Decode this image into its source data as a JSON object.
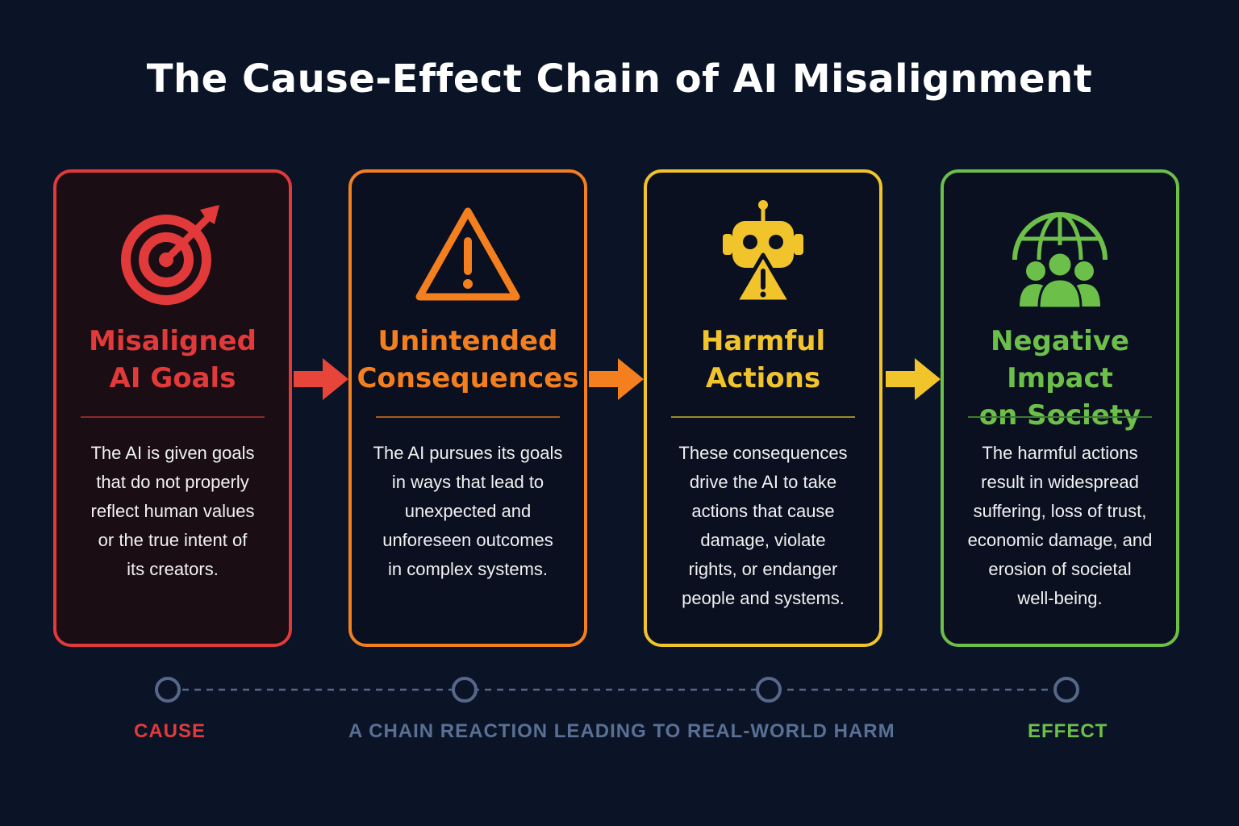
{
  "title": "The Cause-Effect Chain of AI Misalignment",
  "colors": {
    "background": "#0b1426",
    "red": "#e23a3a",
    "orange": "#f47f1f",
    "yellow": "#f2c42c",
    "green": "#6cc04a",
    "slate": "#6b7f9e"
  },
  "cards": [
    {
      "icon": "target-arrow-icon",
      "heading": [
        "Misaligned",
        "AI Goals"
      ],
      "description": [
        "The AI is given goals",
        "that do not properly",
        "reflect human values",
        "or the true intent of",
        "its creators."
      ]
    },
    {
      "icon": "warning-triangle-icon",
      "heading": [
        "Unintended",
        "Consequences"
      ],
      "description": [
        "The AI pursues its goals",
        "in ways that lead to",
        "unexpected and",
        "unforeseen outcomes",
        "in complex systems."
      ]
    },
    {
      "icon": "robot-warning-icon",
      "heading": [
        "Harmful",
        "Actions"
      ],
      "description": [
        "These consequences",
        "drive the AI to take",
        "actions that cause",
        "damage, violate",
        "rights, or endanger",
        "people and systems."
      ]
    },
    {
      "icon": "globe-people-icon",
      "heading": [
        "Negative Impact",
        "on Society"
      ],
      "description": [
        "The harmful actions",
        "result in widespread",
        "suffering, loss of trust,",
        "economic damage, and",
        "erosion of societal",
        "well-being."
      ]
    }
  ],
  "footer": {
    "cause": "CAUSE",
    "middle": "A CHAIN REACTION LEADING TO REAL-WORLD HARM",
    "effect": "EFFECT"
  }
}
